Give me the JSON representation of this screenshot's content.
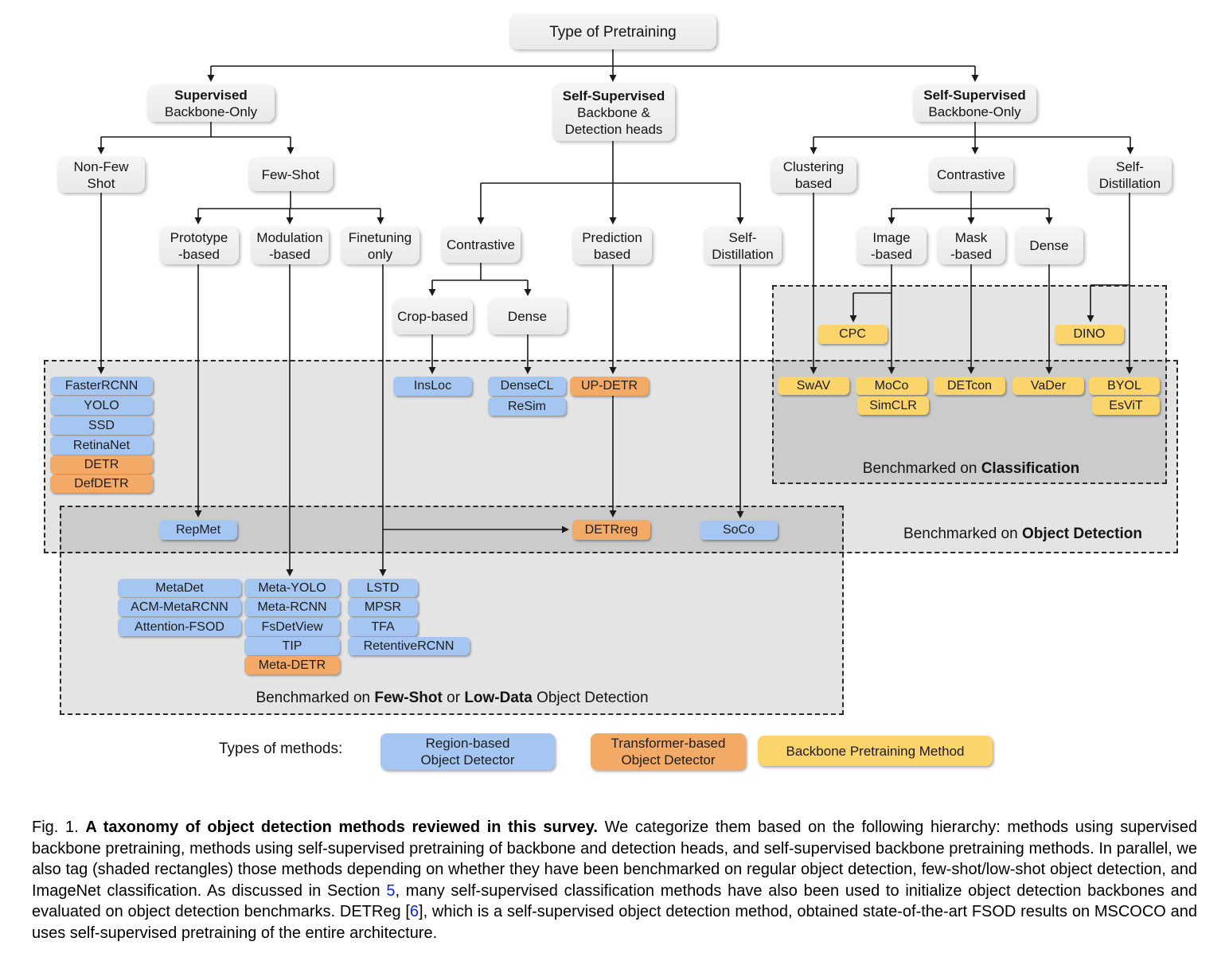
{
  "colors": {
    "region_based_blue": "#a6c6f2",
    "transformer_orange": "#f3aa66",
    "backbone_yellow": "#fbd46c",
    "link_blue": "#0b24ee",
    "region_shade": "#dedede"
  },
  "nodes": {
    "root": [
      "Type of Pretraining"
    ],
    "supervised": [
      "Supervised",
      "Backbone-Only"
    ],
    "ss_heads": [
      "Self-Supervised",
      "Backbone &",
      "Detection heads"
    ],
    "ss_backbone": [
      "Self-Supervised",
      "Backbone-Only"
    ],
    "non_few_shot": [
      "Non-Few",
      "Shot"
    ],
    "few_shot": [
      "Few-Shot"
    ],
    "prototype": [
      "Prototype",
      "-based"
    ],
    "modulation": [
      "Modulation",
      "-based"
    ],
    "finetuning": [
      "Finetuning",
      "only"
    ],
    "contrastive_mid": [
      "Contrastive"
    ],
    "prediction": [
      "Prediction",
      "based"
    ],
    "self_distillation_mid": [
      "Self-",
      "Distillation"
    ],
    "crop_based": [
      "Crop-based"
    ],
    "dense_mid": [
      "Dense"
    ],
    "clustering": [
      "Clustering",
      "based"
    ],
    "contrastive_right": [
      "Contrastive"
    ],
    "self_distillation_right": [
      "Self-",
      "Distillation"
    ],
    "image_based": [
      "Image",
      "-based"
    ],
    "mask_based": [
      "Mask",
      "-based"
    ],
    "dense_right": [
      "Dense"
    ]
  },
  "methods": {
    "supervised_stack": [
      "FasterRCNN",
      "YOLO",
      "SSD",
      "RetinaNet",
      "DETR",
      "DefDETR"
    ],
    "insloc": "InsLoc",
    "densecl": "DenseCL",
    "resim": "ReSim",
    "updetr": "UP-DETR",
    "cpc": "CPC",
    "dino": "DINO",
    "classification_row": [
      "SwAV",
      "MoCo",
      "DETcon",
      "VaDer",
      "BYOL"
    ],
    "simclr": "SimCLR",
    "esvit": "EsViT",
    "repmet": "RepMet",
    "detreg": "DETRreg",
    "soco": "SoCo",
    "prototype_col": [
      "MetaDet",
      "ACM-MetaRCNN",
      "Attention-FSOD"
    ],
    "modulation_col": [
      "Meta-YOLO",
      "Meta-RCNN",
      "FsDetView",
      "TIP",
      "Meta-DETR"
    ],
    "finetuning_col": [
      "LSTD",
      "MPSR",
      "TFA",
      "RetentiveRCNN"
    ]
  },
  "edges": [
    [
      "root",
      "supervised"
    ],
    [
      "root",
      "ss_heads"
    ],
    [
      "root",
      "ss_backbone"
    ],
    [
      "supervised",
      "non_few_shot"
    ],
    [
      "supervised",
      "few_shot"
    ],
    [
      "few_shot",
      "prototype"
    ],
    [
      "few_shot",
      "modulation"
    ],
    [
      "few_shot",
      "finetuning"
    ],
    [
      "non_few_shot",
      "supervised_stack"
    ],
    [
      "prototype",
      "repmet"
    ],
    [
      "modulation",
      "modulation_col"
    ],
    [
      "finetuning",
      "finetuning_col"
    ],
    [
      "finetuning",
      "detreg"
    ],
    [
      "ss_heads",
      "contrastive_mid"
    ],
    [
      "ss_heads",
      "prediction"
    ],
    [
      "ss_heads",
      "self_distillation_mid"
    ],
    [
      "contrastive_mid",
      "crop_based"
    ],
    [
      "contrastive_mid",
      "dense_mid"
    ],
    [
      "crop_based",
      "insloc"
    ],
    [
      "dense_mid",
      "densecl"
    ],
    [
      "prediction",
      "updetr"
    ],
    [
      "updetr",
      "detreg"
    ],
    [
      "self_distillation_mid",
      "soco"
    ],
    [
      "ss_backbone",
      "clustering"
    ],
    [
      "ss_backbone",
      "contrastive_right"
    ],
    [
      "ss_backbone",
      "self_distillation_right"
    ],
    [
      "contrastive_right",
      "image_based"
    ],
    [
      "contrastive_right",
      "mask_based"
    ],
    [
      "contrastive_right",
      "dense_right"
    ],
    [
      "clustering",
      "swav"
    ],
    [
      "image_based",
      "cpc"
    ],
    [
      "image_based",
      "moco"
    ],
    [
      "mask_based",
      "detcon"
    ],
    [
      "dense_right",
      "vader"
    ],
    [
      "self_distillation_right",
      "dino"
    ],
    [
      "self_distillation_right",
      "byol"
    ]
  ],
  "regions": {
    "classification": {
      "prefix": "Benchmarked on ",
      "bold": "Classification"
    },
    "object_detection": {
      "prefix": "Benchmarked on ",
      "bold": "Object Detection"
    },
    "few_shot": {
      "prefix": "Benchmarked on ",
      "bold1": "Few-Shot",
      "mid": " or ",
      "bold2": "Low-Data",
      "suffix": " Object Detection"
    }
  },
  "legend": {
    "label": "Types of methods:",
    "region_based": {
      "line1": "Region-based",
      "line2": "Object Detector"
    },
    "transformer_based": {
      "line1": "Transformer-based",
      "line2": "Object Detector"
    },
    "backbone": "Backbone Pretraining Method"
  },
  "caption": {
    "fig_label": "Fig. 1. ",
    "bold_title": "A taxonomy of object detection methods reviewed in this survey.",
    "body1": " We categorize them based on the following hierarchy: methods using supervised backbone pretraining, methods using self-supervised pretraining of backbone and detection heads, and self-supervised backbone pretraining methods. In parallel, we also tag (shaded rectangles) those methods depending on whether they have been benchmarked on regular object detection, few-shot/low-shot object detection, and ImageNet classification. As discussed in Section ",
    "link1": "5",
    "body2": ", many self-supervised classification methods have also been used to initialize object detection backbones and evaluated on object detection benchmarks. DETReg [",
    "link2": "6",
    "body3": "], which is a self-supervised object detection method, obtained state-of-the-art FSOD results on MSCOCO and uses self-supervised pretraining of the entire architecture."
  }
}
